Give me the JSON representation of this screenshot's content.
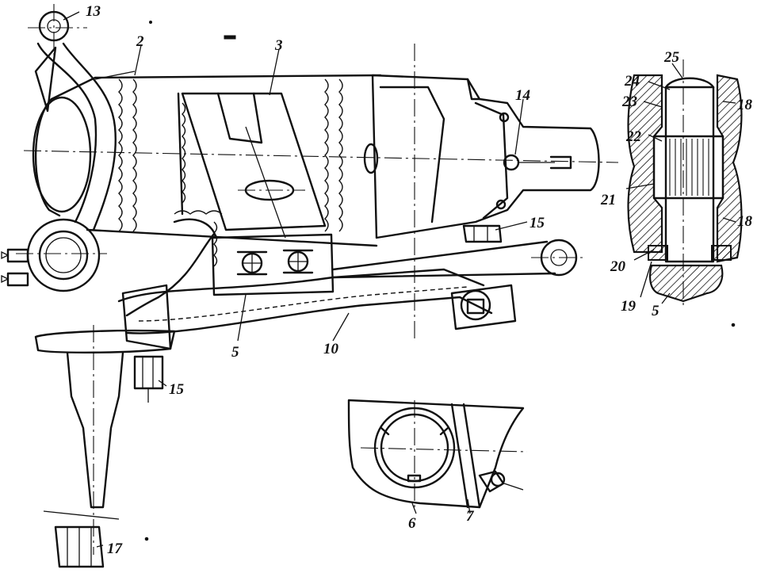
{
  "diagram": {
    "labels": {
      "l2": "2",
      "l3": "3",
      "l5a": "5",
      "l5b": "5",
      "l6": "6",
      "l7": "7",
      "l10": "10",
      "l13": "13",
      "l14": "14",
      "l15a": "15",
      "l15b": "15",
      "l17": "17",
      "l18a": "18",
      "l18b": "18",
      "l19": "19",
      "l20": "20",
      "l21": "21",
      "l22": "22",
      "l23": "23",
      "l24": "24",
      "l25": "25"
    }
  }
}
